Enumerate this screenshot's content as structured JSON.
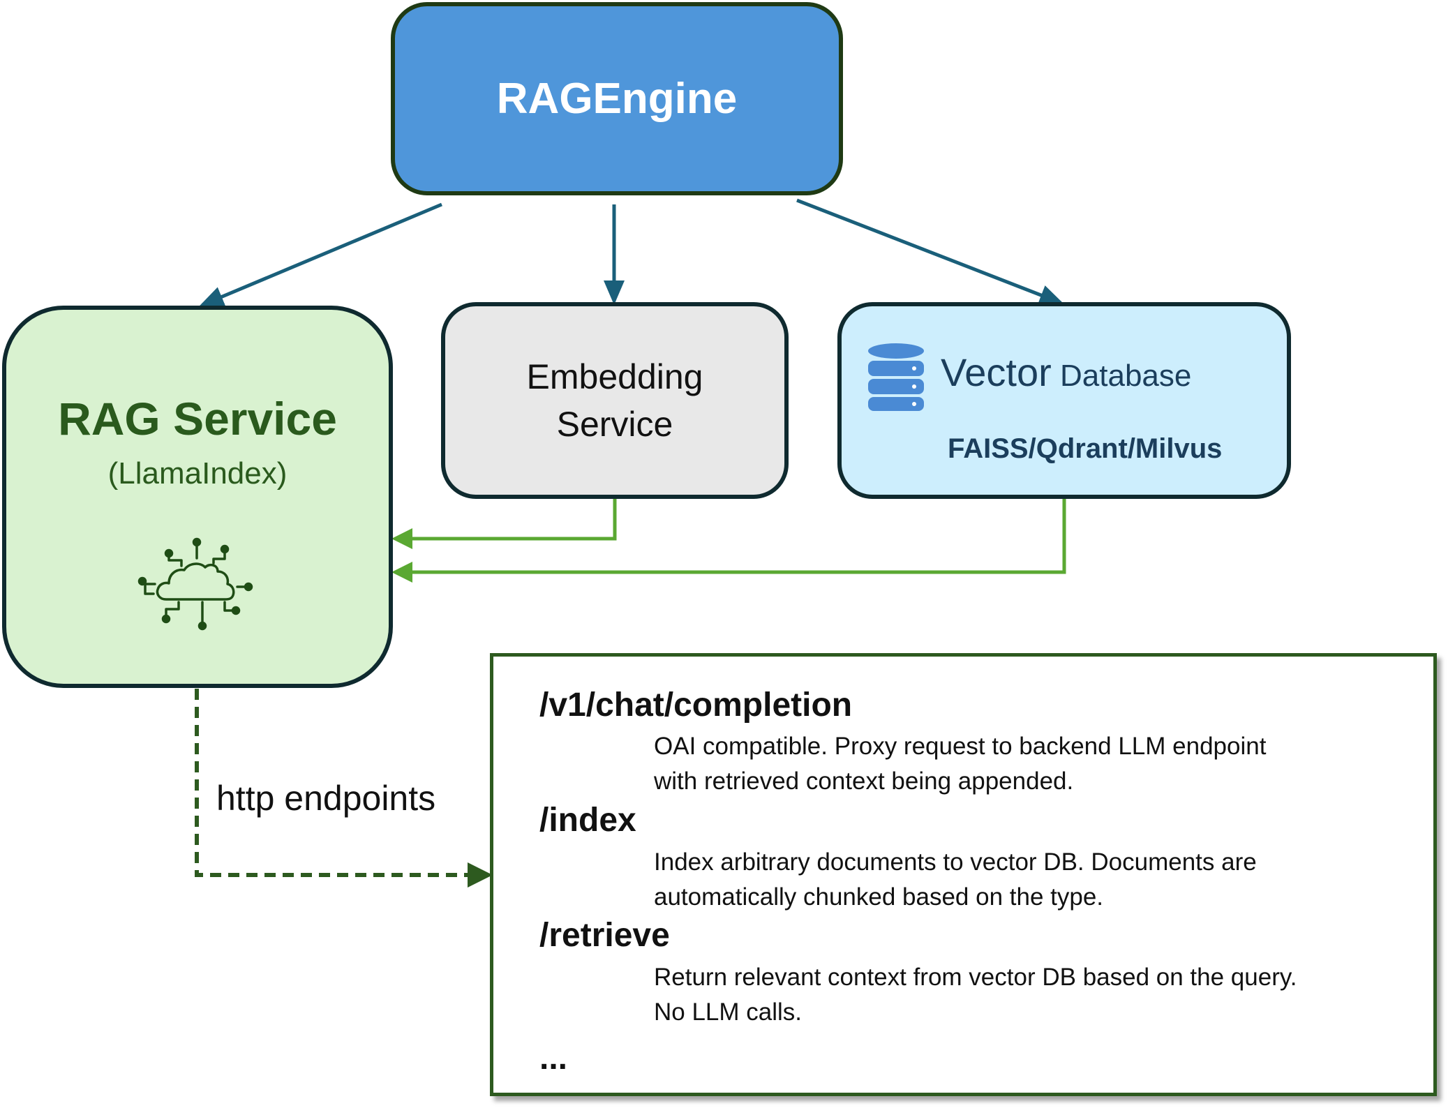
{
  "nodes": {
    "rag_engine": {
      "title": "RAGEngine"
    },
    "rag_service": {
      "title": "RAG Service",
      "subtitle": "(LlamaIndex)",
      "icon": "cloud-network-icon"
    },
    "embedding": {
      "title": "Embedding Service"
    },
    "vector_db": {
      "title_part1": "Vector",
      "title_part2": "Database",
      "subtitle": "FAISS/Qdrant/Milvus",
      "icon": "database-icon"
    }
  },
  "http_label": "http endpoints",
  "endpoints": [
    {
      "path": "/v1/chat/completion",
      "line1": "OAI compatible. Proxy request to backend LLM endpoint",
      "line2": "with retrieved context being appended."
    },
    {
      "path": "/index",
      "line1": "Index arbitrary documents to vector DB. Documents are",
      "line2": "automatically chunked based on the type."
    },
    {
      "path": "/retrieve",
      "line1": "Return relevant context from vector DB based on the query.",
      "line2": "No LLM calls."
    }
  ],
  "endpoints_more": "...",
  "colors": {
    "engine_fill": "#4f96da",
    "service_fill": "#d9f2d0",
    "embedding_fill": "#e8e8e8",
    "vector_fill": "#cdeefd",
    "arrow_blue": "#1a5f7a",
    "arrow_green": "#5aa832",
    "dashed_green": "#2d5a1f"
  }
}
